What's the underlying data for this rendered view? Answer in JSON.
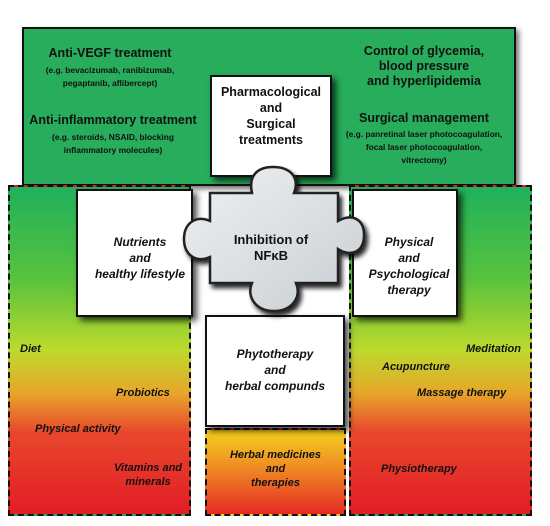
{
  "top": {
    "anti_vegf_title": "Anti-VEGF treatment",
    "anti_vegf_examples": "(e.g. bevacizumab, ranibizumab,\npegaptanib, aflibercept)",
    "anti_inflammatory_title": "Anti-inflammatory treatment",
    "anti_inflammatory_examples": "(e.g. steroids, NSAID, blocking\ninflammatory molecules)",
    "control_title": "Control of glycemia,\nblood pressure\nand hyperlipidemia",
    "surgical_title": "Surgical management",
    "surgical_examples": "(e.g. panretinal laser photocoagulation,\nfocal laser photocoagulation,\nvitrectomy)"
  },
  "boxes": {
    "pharmacological": "Pharmacological\nand\nSurgical\ntreatments",
    "nutrients": "Nutrients\nand\nhealthy lifestyle",
    "physical": "Physical\nand\nPsychological\ntherapy",
    "phytotherapy": "Phytotherapy\nand\nherbal compunds",
    "center": "Inhibition of\nNFκB"
  },
  "left_items": [
    "Diet",
    "Probiotics",
    "Physical activity",
    "Vitamins and\nminerals"
  ],
  "right_items": [
    "Meditation",
    "Acupuncture",
    "Massage therapy",
    "Physiotherapy"
  ],
  "bottom_item": "Herbal medicines\nand\ntherapies",
  "colors": {
    "green": "#27ad5b",
    "red": "#e31d26",
    "yellow": "#bdda2c"
  }
}
